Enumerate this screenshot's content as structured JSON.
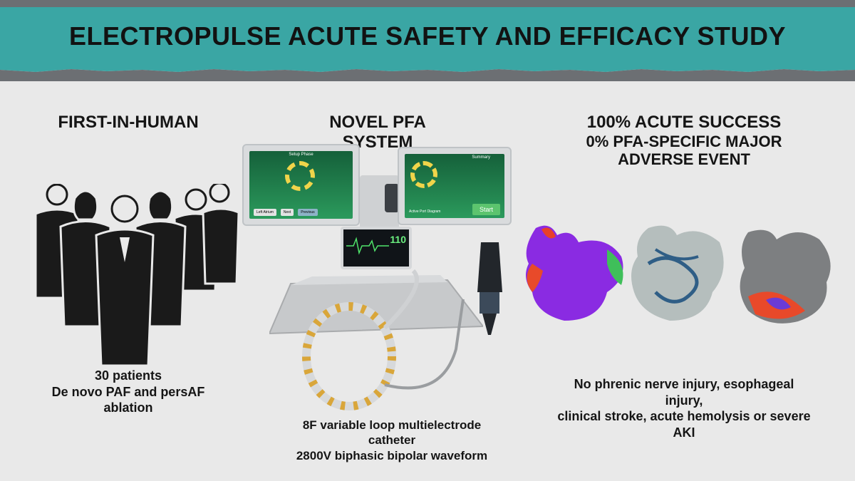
{
  "banner": {
    "title": "ELECTROPULSE ACUTE SAFETY AND EFFICACY STUDY"
  },
  "left": {
    "heading": "FIRST-IN-HUMAN",
    "caption_line1": "30 patients",
    "caption_line2": "De novo PAF and persAF",
    "caption_line3": "ablation"
  },
  "center": {
    "heading_line1": "NOVEL PFA",
    "heading_line2": "SYSTEM",
    "screen_left": {
      "title": "Setup Phase",
      "buttons": [
        "Left Atrium",
        "Next",
        "Previous"
      ]
    },
    "screen_right": {
      "title": "Summary",
      "label": "Active Port Diagram",
      "start_button": "Start"
    },
    "monitor_value": "110",
    "caption_line1": "8F variable loop multielectrode",
    "caption_line2": "catheter",
    "caption_line3": "2800V biphasic bipolar waveform"
  },
  "right": {
    "heading_line1": "100% ACUTE SUCCESS",
    "heading_line2": "0% PFA-SPECIFIC MAJOR",
    "heading_line3": "ADVERSE EVENT",
    "caption_line1": "No phrenic nerve injury, esophageal",
    "caption_line2": "injury,",
    "caption_line3": "clinical stroke, acute hemolysis or severe",
    "caption_line4": "AKI"
  },
  "colors": {
    "banner": "#3aa6a4",
    "top_bar": "#6c6f73",
    "background": "#e9e9e9"
  },
  "icons": [
    "people-group-icon",
    "pfa-console-image",
    "catheter-image",
    "heart-map-image"
  ]
}
